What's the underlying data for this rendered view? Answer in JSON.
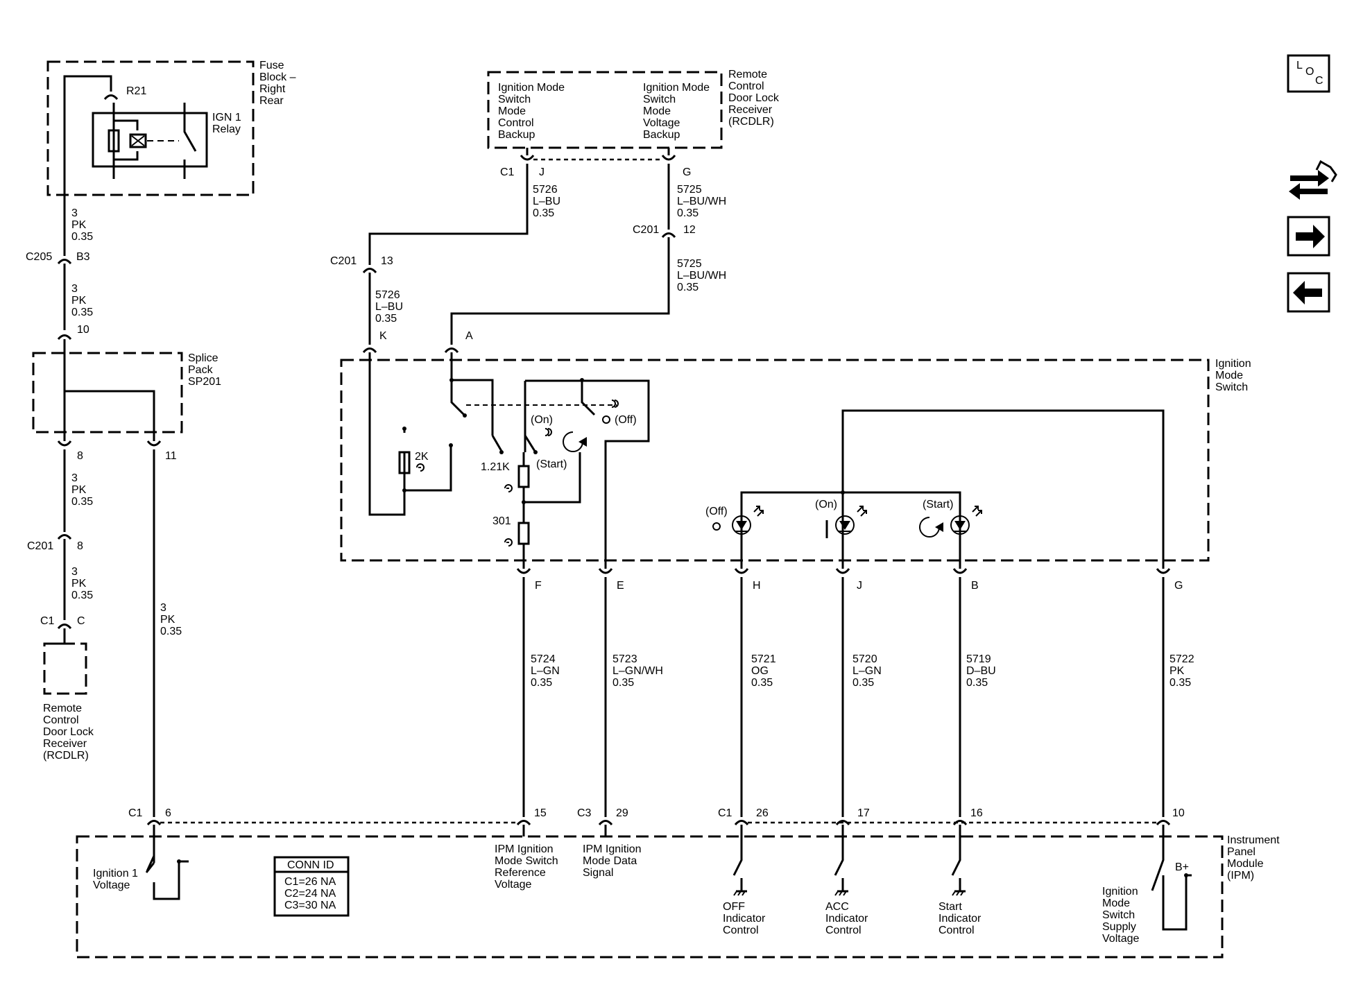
{
  "modules": {
    "fuse_block": [
      "Fuse",
      "Block –",
      "Right",
      "Rear"
    ],
    "relay": [
      "IGN 1",
      "Relay"
    ],
    "rcdlr_top": [
      "Remote",
      "Control",
      "Door Lock",
      "Receiver",
      "(RCDLR)"
    ],
    "rcdlr_left": [
      "Remote",
      "Control",
      "Door Lock",
      "Receiver",
      "(RCDLR)"
    ],
    "splice_pack": [
      "Splice",
      "Pack",
      "SP201"
    ],
    "ignition_switch": [
      "Ignition",
      "Mode",
      "Switch"
    ],
    "ipm": [
      "Instrument",
      "Panel",
      "Module",
      "(IPM)"
    ]
  },
  "circuit_names": {
    "mode_control_backup": [
      "Ignition Mode",
      "Switch",
      "Mode",
      "Control",
      "Backup"
    ],
    "mode_voltage_backup": [
      "Ignition Mode",
      "Switch",
      "Mode",
      "Voltage",
      "Backup"
    ],
    "ignition1_voltage": [
      "Ignition 1",
      "Voltage"
    ],
    "ipm_ref_voltage": [
      "IPM Ignition",
      "Mode Switch",
      "Reference",
      "Voltage"
    ],
    "ipm_data_signal": [
      "IPM Ignition",
      "Mode Data",
      "Signal"
    ],
    "off_indicator": [
      "OFF",
      "Indicator",
      "Control"
    ],
    "acc_indicator": [
      "ACC",
      "Indicator",
      "Control"
    ],
    "start_indicator": [
      "Start",
      "Indicator",
      "Control"
    ],
    "supply_voltage": [
      "Ignition",
      "Mode",
      "Switch",
      "Supply",
      "Voltage"
    ]
  },
  "fuse_label": "R21",
  "connectors": {
    "c205": "C205",
    "b3": "B3",
    "pin10": "10",
    "pin8": "8",
    "pin11": "11",
    "c201_left": "C201",
    "c201_left_pin": "8",
    "c1_rcdlr": "C1",
    "c_rcdlr": "C",
    "c1_top": "C1",
    "j_top": "J",
    "g_top": "G",
    "c201_12": "C201",
    "pin12": "12",
    "c201_13": "C201",
    "pin13": "13",
    "k": "K",
    "a": "A",
    "f": "F",
    "e": "E",
    "h": "H",
    "j": "J",
    "b": "B",
    "g": "G",
    "ipm_c1": "C1",
    "ipm_6": "6",
    "ipm_15": "15",
    "ipm_c3": "C3",
    "ipm_29": "29",
    "ipm_c1b": "C1",
    "ipm_26": "26",
    "ipm_17": "17",
    "ipm_16": "16",
    "ipm_10": "10"
  },
  "wires": {
    "w_relay_out": [
      "3",
      "PK",
      "0.35"
    ],
    "w_c205_out": [
      "3",
      "PK",
      "0.35"
    ],
    "w_splice_8": [
      "3",
      "PK",
      "0.35"
    ],
    "w_c201_c": [
      "3",
      "PK",
      "0.35"
    ],
    "w_splice_11": [
      "3",
      "PK",
      "0.35"
    ],
    "w_5726_top": [
      "5726",
      "L–BU",
      "0.35"
    ],
    "w_5725_top": [
      "5725",
      "L–BU/WH",
      "0.35"
    ],
    "w_5725_mid": [
      "5725",
      "L–BU/WH",
      "0.35"
    ],
    "w_5726_mid": [
      "5726",
      "L–BU",
      "0.35"
    ],
    "w_5724": [
      "5724",
      "L–GN",
      "0.35"
    ],
    "w_5723": [
      "5723",
      "L–GN/WH",
      "0.35"
    ],
    "w_5721": [
      "5721",
      "OG",
      "0.35"
    ],
    "w_5720": [
      "5720",
      "L–GN",
      "0.35"
    ],
    "w_5719": [
      "5719",
      "D–BU",
      "0.35"
    ],
    "w_5722": [
      "5722",
      "PK",
      "0.35"
    ]
  },
  "switch_components": {
    "res_2k": "2K",
    "res_121k": "1.21K",
    "res_301": "301",
    "pos_on": "(On)",
    "pos_off": "(Off)",
    "pos_start": "(Start)",
    "led_off": "(Off)",
    "led_on": "(On)",
    "led_start": "(Start)"
  },
  "b_plus": "B+",
  "conn_id": {
    "title": "CONN ID",
    "rows": [
      "C1=26 NA",
      "C2=24 NA",
      "C3=30 NA"
    ]
  },
  "nav": {
    "loc": [
      "L",
      "O",
      "C"
    ],
    "icons": [
      "component-locator-icon",
      "next-page-icon",
      "previous-page-icon"
    ]
  }
}
